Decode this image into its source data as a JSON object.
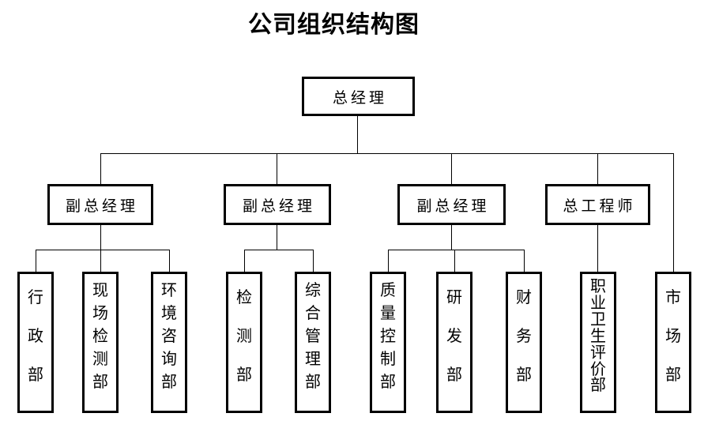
{
  "title": "公司组织结构图",
  "colors": {
    "background": "#ffffff",
    "line": "#000000",
    "box_border": "#000000",
    "text": "#000000"
  },
  "org": {
    "root": {
      "label": "总经理"
    },
    "branches": [
      {
        "manager": "副总经理",
        "departments": [
          "行政部",
          "现场检测部",
          "环境咨询部"
        ]
      },
      {
        "manager": "副总经理",
        "departments": [
          "检测部",
          "综合管理部"
        ]
      },
      {
        "manager": "副总经理",
        "departments": [
          "质量控制部",
          "研发部",
          "财务部"
        ]
      },
      {
        "manager": "总工程师",
        "departments": [
          "职业卫生评价部"
        ]
      },
      {
        "manager": "",
        "departments": [
          "市场部"
        ]
      }
    ]
  }
}
